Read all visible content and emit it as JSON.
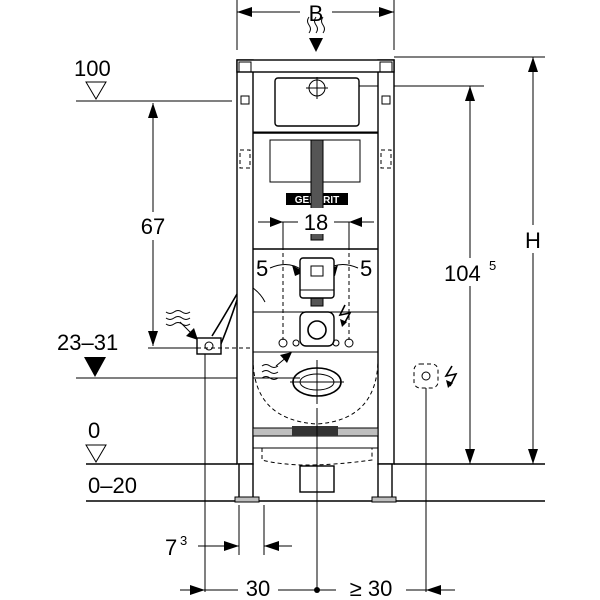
{
  "dimensions": {
    "top_width": "B",
    "height": "H",
    "frame_height": "104",
    "frame_height_sup": "5",
    "reference_100": "100",
    "left_span": "67",
    "inlet_height": "23–31",
    "floor_level": "0",
    "floor_range": "0–20",
    "center_spacing": "18",
    "offset_left": "5",
    "offset_right": "5",
    "leg_offset": "7",
    "leg_offset_sup": "3",
    "bottom_left": "30",
    "bottom_right": "≥ 30"
  },
  "brand_logo": "GEBERIT",
  "icons": [
    "water-supply-icon",
    "electrical-icon",
    "socket-icon",
    "waste-water-icon"
  ]
}
